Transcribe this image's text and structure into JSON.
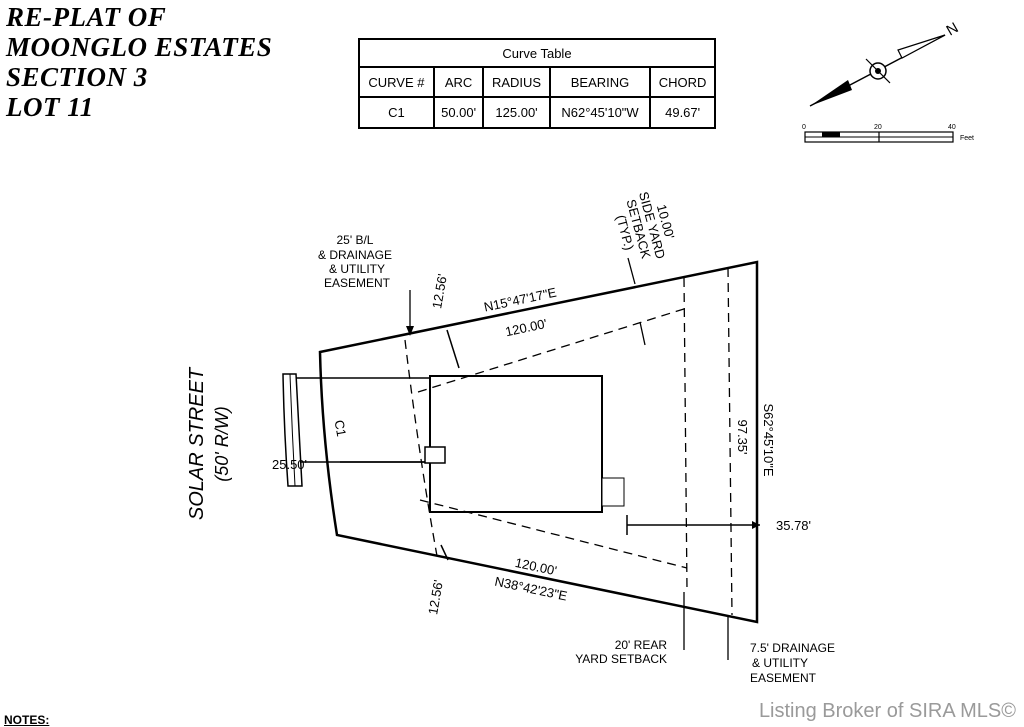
{
  "title_lines": [
    "RE-PLAT OF",
    "MOONGLO ESTATES",
    "SECTION 3",
    "LOT 11"
  ],
  "curve_table": {
    "caption": "Curve Table",
    "headers": [
      "CURVE #",
      "ARC",
      "RADIUS",
      "BEARING",
      "CHORD"
    ],
    "rows": [
      [
        "C1",
        "50.00'",
        "125.00'",
        "N62°45'10\"W",
        "49.67'"
      ]
    ]
  },
  "north_arrow": {
    "label": "N"
  },
  "scale_bar": {
    "ticks": [
      "0",
      "20",
      "40"
    ],
    "unit": "Feet"
  },
  "street": {
    "name": "SOLAR STREET",
    "row": "(50' R/W)"
  },
  "labels": {
    "side_setback": [
      "10.00'",
      "SIDE YARD",
      "SETBACK",
      "(TYP.)"
    ],
    "front_easement": [
      "25' B/L",
      "& DRAINAGE",
      "& UTILITY",
      "EASEMENT"
    ],
    "dim_top_setback": "12.56'",
    "bearing_top": "N15°47'17\"E",
    "dist_top": "120.00'",
    "bearing_right": "S62°45'10\"E",
    "dist_right": "97.35'",
    "curve_label": "C1",
    "dim_front": "25.50'",
    "dim_rear_offset": "35.78'",
    "dist_bottom": "120.00'",
    "bearing_bottom": "N38°42'23\"E",
    "dim_bottom_setback": "12.56'",
    "rear_setback": [
      "20' REAR",
      "YARD SETBACK"
    ],
    "rear_easement": [
      "7.5' DRAINAGE",
      "& UTILITY",
      "EASEMENT"
    ]
  },
  "notes_heading": "NOTES:",
  "watermark": "Listing Broker of SIRA MLS©"
}
